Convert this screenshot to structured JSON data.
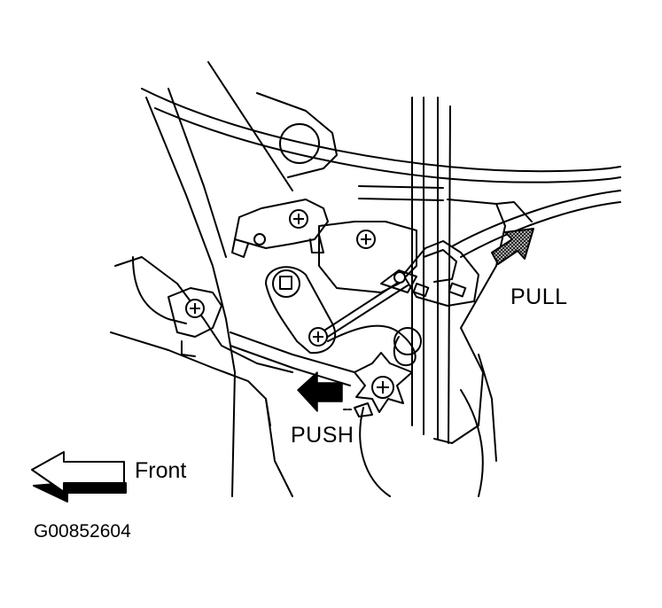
{
  "labels": {
    "pull": "PULL",
    "push": "PUSH",
    "front": "Front",
    "figure_code": "G00852604"
  },
  "colors": {
    "line": "#000000",
    "fill": "#ffffff",
    "arrow_dark": "#000000",
    "arrow_hatch": "#333333"
  },
  "icons": {
    "pull_arrow": "hatched-arrow-up-right-icon",
    "push_arrow": "solid-arrow-left-icon",
    "front_arrow": "outline-arrow-left-icon",
    "screw": "phillips-screw-icon"
  }
}
